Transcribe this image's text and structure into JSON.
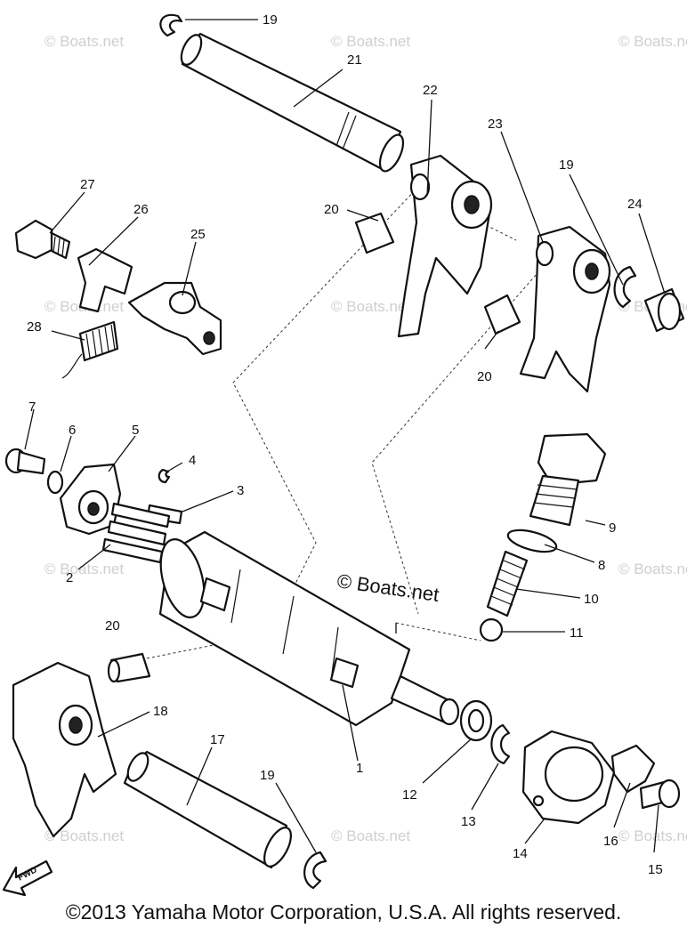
{
  "diagram": {
    "brand_watermark": "© Boats.net",
    "faint_watermark": "© Boats.net",
    "fwd_label": "FWD",
    "callouts": {
      "c1": "1",
      "c2": "2",
      "c3": "3",
      "c4": "4",
      "c5": "5",
      "c6": "6",
      "c7": "7",
      "c8": "8",
      "c9": "9",
      "c10": "10",
      "c11": "11",
      "c12": "12",
      "c13": "13",
      "c14": "14",
      "c15": "15",
      "c16": "16",
      "c17": "17",
      "c18": "18",
      "c19a": "19",
      "c19b": "19",
      "c19c": "19",
      "c20a": "20",
      "c20b": "20",
      "c20c": "20",
      "c21": "21",
      "c22": "22",
      "c23": "23",
      "c24": "24",
      "c25": "25",
      "c26": "26",
      "c27": "27",
      "c28": "28"
    }
  },
  "footer": {
    "copyright": "©2013 Yamaha Motor Corporation, U.S.A. All rights reserved."
  }
}
